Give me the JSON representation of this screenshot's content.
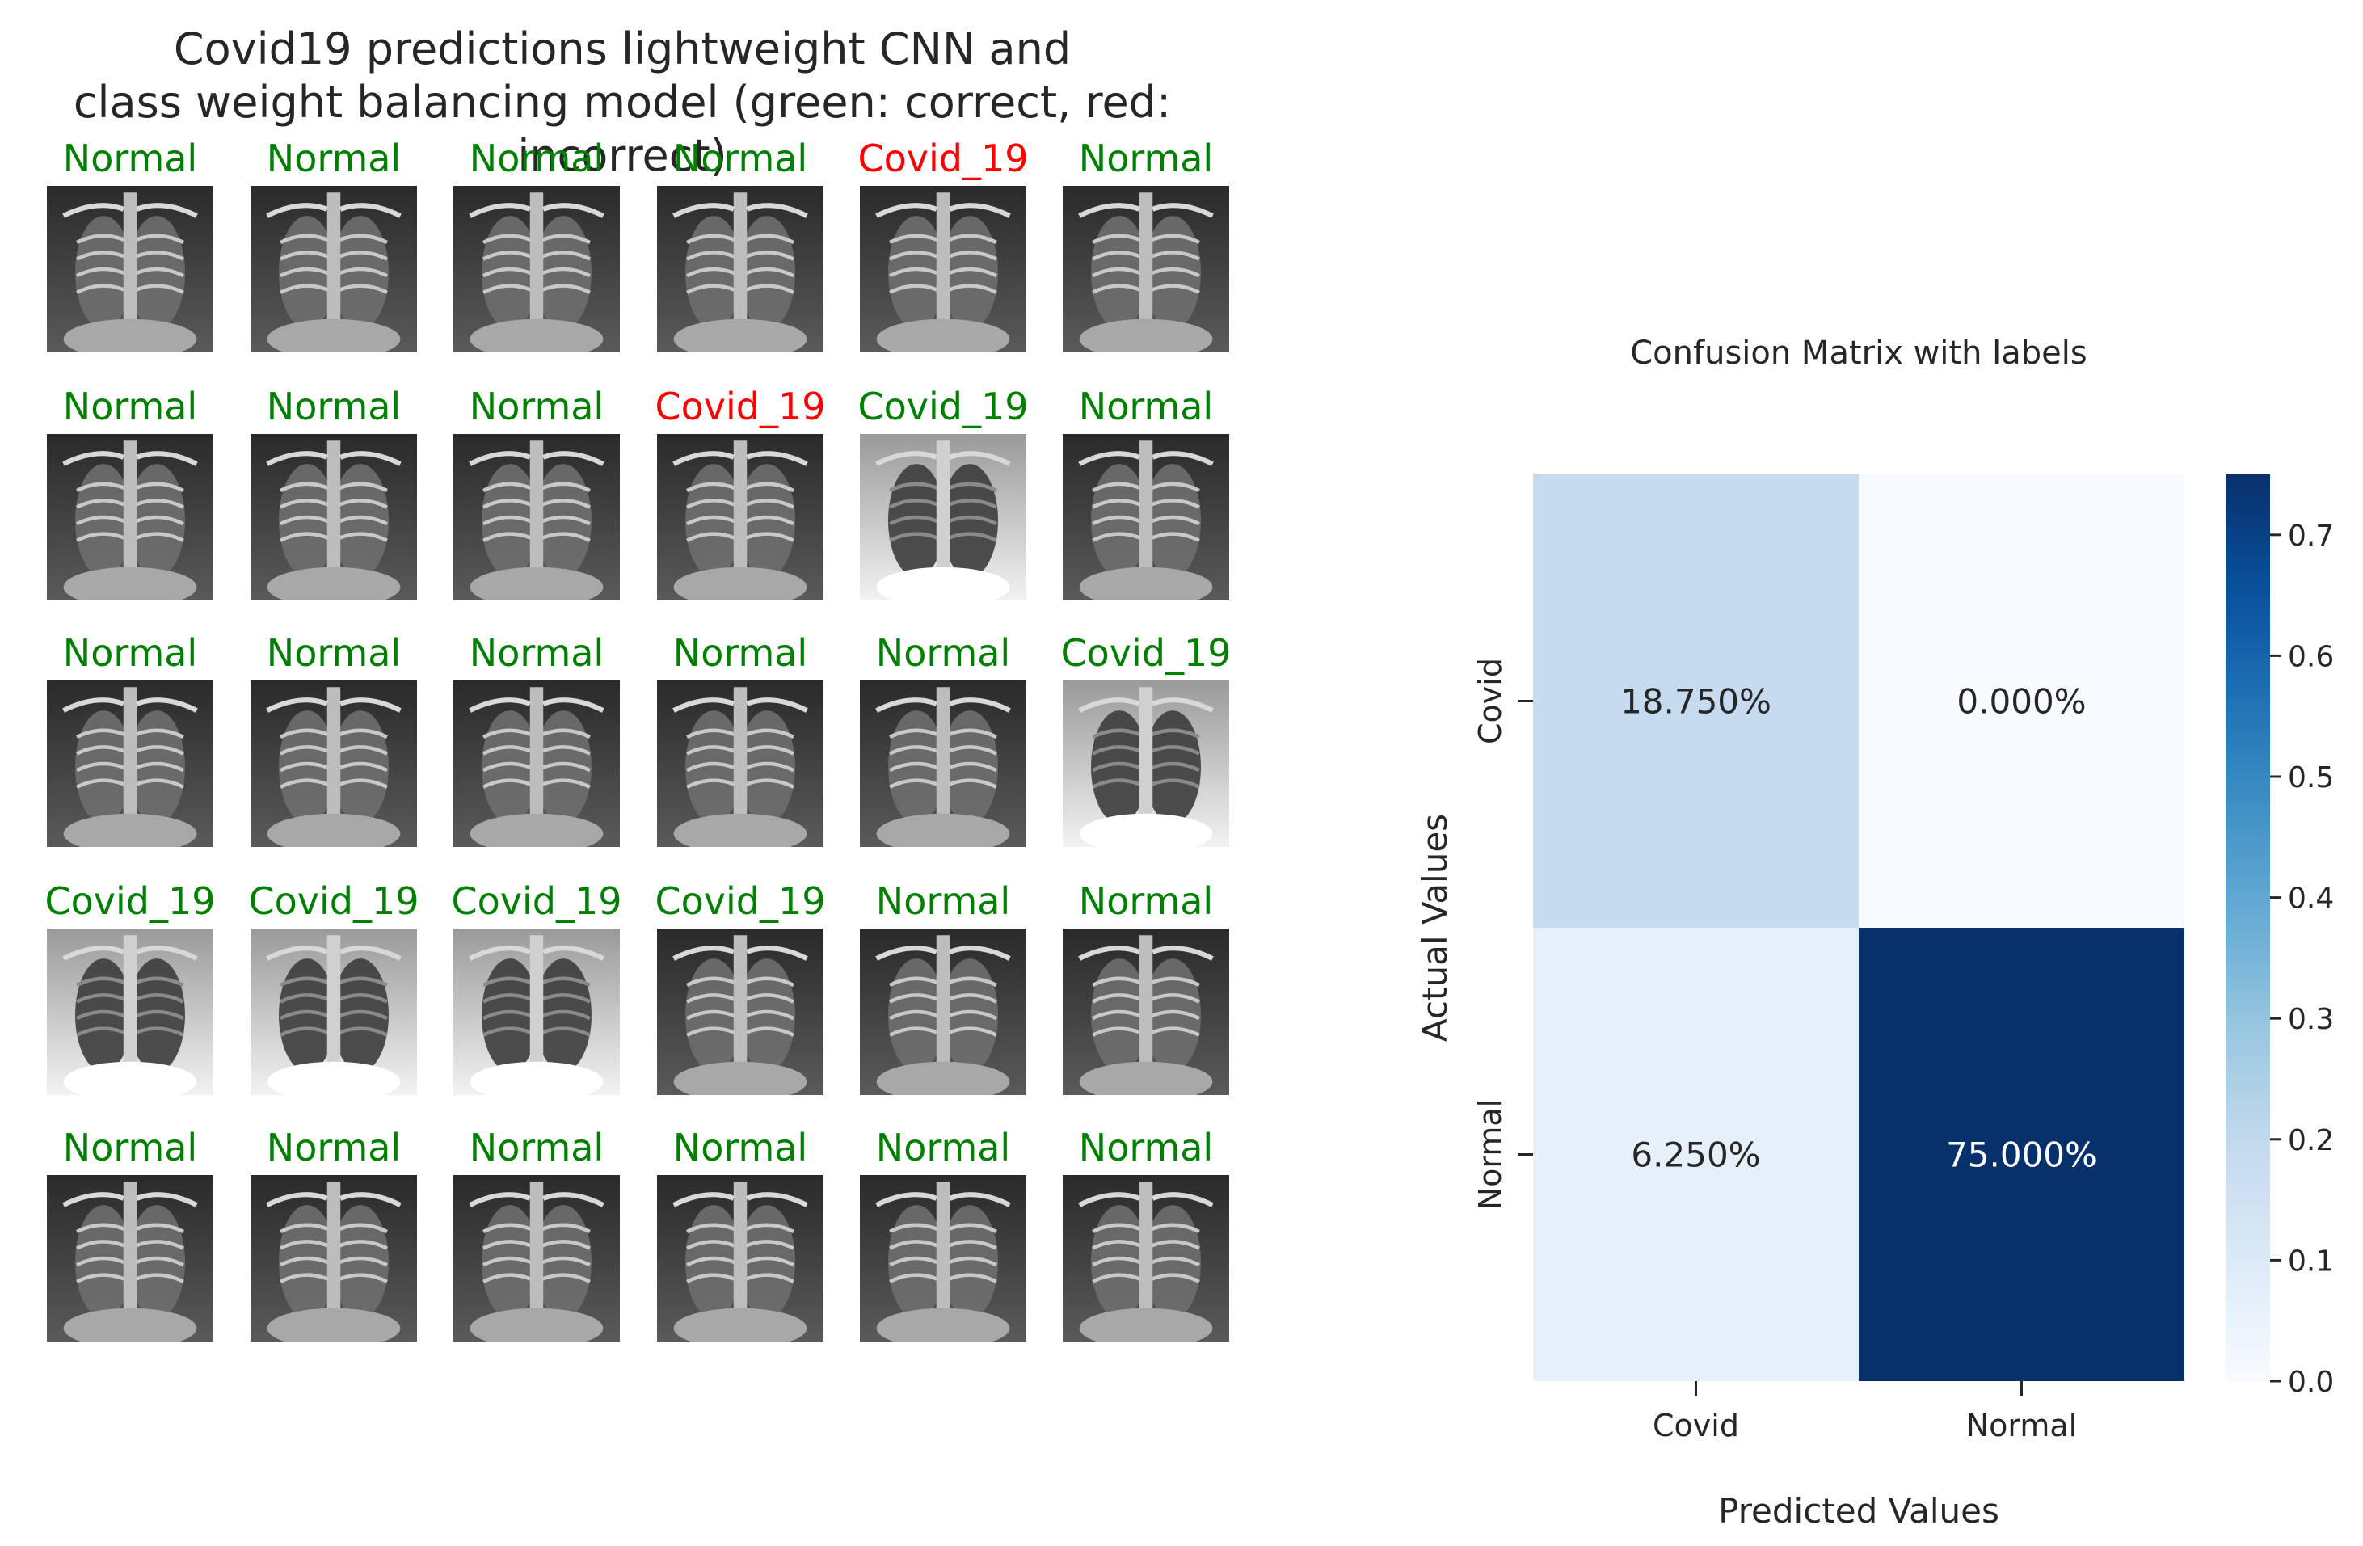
{
  "figure_title": {
    "line1": "Covid19 predictions lightweight CNN and",
    "line2": "class weight balancing model (green: correct, red: incorrect)"
  },
  "colors": {
    "correct": "#008000",
    "incorrect": "#ff0000"
  },
  "predictions": [
    [
      {
        "label": "Normal",
        "correct": true,
        "variant": "normal"
      },
      {
        "label": "Normal",
        "correct": true,
        "variant": "normal"
      },
      {
        "label": "Normal",
        "correct": true,
        "variant": "normal"
      },
      {
        "label": "Normal",
        "correct": true,
        "variant": "normal"
      },
      {
        "label": "Covid_19",
        "correct": false,
        "variant": "normal"
      },
      {
        "label": "Normal",
        "correct": true,
        "variant": "normal"
      }
    ],
    [
      {
        "label": "Normal",
        "correct": true,
        "variant": "normal"
      },
      {
        "label": "Normal",
        "correct": true,
        "variant": "normal"
      },
      {
        "label": "Normal",
        "correct": true,
        "variant": "normal"
      },
      {
        "label": "Covid_19",
        "correct": false,
        "variant": "normal"
      },
      {
        "label": "Covid_19",
        "correct": true,
        "variant": "covid"
      },
      {
        "label": "Normal",
        "correct": true,
        "variant": "normal"
      }
    ],
    [
      {
        "label": "Normal",
        "correct": true,
        "variant": "normal"
      },
      {
        "label": "Normal",
        "correct": true,
        "variant": "normal"
      },
      {
        "label": "Normal",
        "correct": true,
        "variant": "normal"
      },
      {
        "label": "Normal",
        "correct": true,
        "variant": "normal"
      },
      {
        "label": "Normal",
        "correct": true,
        "variant": "normal"
      },
      {
        "label": "Covid_19",
        "correct": true,
        "variant": "covid"
      }
    ],
    [
      {
        "label": "Covid_19",
        "correct": true,
        "variant": "covid"
      },
      {
        "label": "Covid_19",
        "correct": true,
        "variant": "covid"
      },
      {
        "label": "Covid_19",
        "correct": true,
        "variant": "covid"
      },
      {
        "label": "Covid_19",
        "correct": true,
        "variant": "normal"
      },
      {
        "label": "Normal",
        "correct": true,
        "variant": "normal"
      },
      {
        "label": "Normal",
        "correct": true,
        "variant": "normal"
      }
    ],
    [
      {
        "label": "Normal",
        "correct": true,
        "variant": "normal"
      },
      {
        "label": "Normal",
        "correct": true,
        "variant": "normal"
      },
      {
        "label": "Normal",
        "correct": true,
        "variant": "normal"
      },
      {
        "label": "Normal",
        "correct": true,
        "variant": "normal"
      },
      {
        "label": "Normal",
        "correct": true,
        "variant": "normal"
      },
      {
        "label": "Normal",
        "correct": true,
        "variant": "normal"
      }
    ]
  ],
  "chart_data": {
    "type": "heatmap",
    "title": "Confusion Matrix with labels",
    "xlabel": "Predicted Values",
    "ylabel": "Actual Values",
    "x_categories": [
      "Covid",
      "Normal"
    ],
    "y_categories": [
      "Covid",
      "Normal"
    ],
    "values": [
      [
        0.1875,
        0.0
      ],
      [
        0.0625,
        0.75
      ]
    ],
    "annotations": [
      [
        "18.750%",
        "0.000%"
      ],
      [
        "6.250%",
        "75.000%"
      ]
    ],
    "colormap": "Blues",
    "colorbar": {
      "range": [
        0.0,
        0.75
      ],
      "ticks": [
        0.0,
        0.1,
        0.2,
        0.3,
        0.4,
        0.5,
        0.6,
        0.7
      ],
      "tick_labels": [
        "0.0",
        "0.1",
        "0.2",
        "0.3",
        "0.4",
        "0.5",
        "0.6",
        "0.7"
      ]
    }
  }
}
